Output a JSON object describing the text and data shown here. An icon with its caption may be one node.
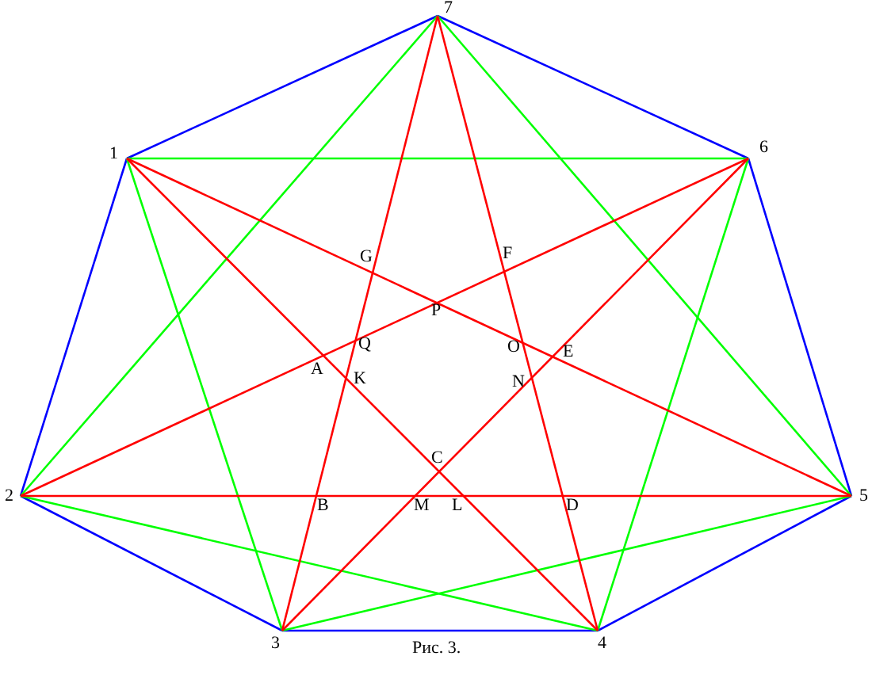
{
  "diagram": {
    "caption": "Рис. 3.",
    "nodes": [
      {
        "text": [
          "7"
        ]
      },
      {
        "text": [
          "1"
        ]
      },
      {
        "text": [
          "6"
        ]
      },
      {
        "text": [
          "2"
        ]
      },
      {
        "text": [
          "5"
        ]
      },
      {
        "text": [
          "3"
        ]
      },
      {
        "text": [
          "4"
        ]
      }
    ],
    "edges": [
      {
        "from": 0,
        "to": 2,
        "arrow": "none",
        "color": "#0000ff"
      },
      {
        "from": 2,
        "to": 4,
        "arrow": "none",
        "color": "#0000ff"
      },
      {
        "from": 4,
        "to": 6,
        "arrow": "none",
        "color": "#0000ff"
      },
      {
        "from": 6,
        "to": 5,
        "arrow": "none",
        "color": "#0000ff"
      },
      {
        "from": 5,
        "to": 3,
        "arrow": "none",
        "color": "#0000ff"
      },
      {
        "from": 3,
        "to": 1,
        "arrow": "none",
        "color": "#0000ff"
      },
      {
        "from": 1,
        "to": 0,
        "arrow": "none",
        "color": "#0000ff"
      },
      {
        "from": 1,
        "to": 2,
        "arrow": "none",
        "color": "#00ff00"
      },
      {
        "from": 0,
        "to": 3,
        "arrow": "none",
        "color": "#00ff00"
      },
      {
        "from": 0,
        "to": 4,
        "arrow": "none",
        "color": "#00ff00"
      },
      {
        "from": 1,
        "to": 5,
        "arrow": "none",
        "color": "#00ff00"
      },
      {
        "from": 2,
        "to": 6,
        "arrow": "none",
        "color": "#00ff00"
      },
      {
        "from": 3,
        "to": 6,
        "arrow": "none",
        "color": "#00ff00"
      },
      {
        "from": 5,
        "to": 4,
        "arrow": "none",
        "color": "#00ff00"
      },
      {
        "from": 1,
        "to": 4,
        "arrow": "none",
        "color": "#ff0000"
      },
      {
        "from": 1,
        "to": 6,
        "arrow": "none",
        "color": "#ff0000"
      },
      {
        "from": 3,
        "to": 4,
        "arrow": "none",
        "color": "#ff0000"
      },
      {
        "from": 3,
        "to": 2,
        "arrow": "none",
        "color": "#ff0000"
      },
      {
        "from": 5,
        "to": 2,
        "arrow": "none",
        "color": "#ff0000"
      },
      {
        "from": 5,
        "to": 0,
        "arrow": "none",
        "color": "#ff0000"
      },
      {
        "from": 6,
        "to": 0,
        "arrow": "none",
        "color": "#ff0000"
      }
    ],
    "labels": [
      "G",
      "F",
      "P",
      "Q",
      "O",
      "E",
      "A",
      "K",
      "N",
      "C",
      "B",
      "M",
      "L",
      "D"
    ]
  }
}
